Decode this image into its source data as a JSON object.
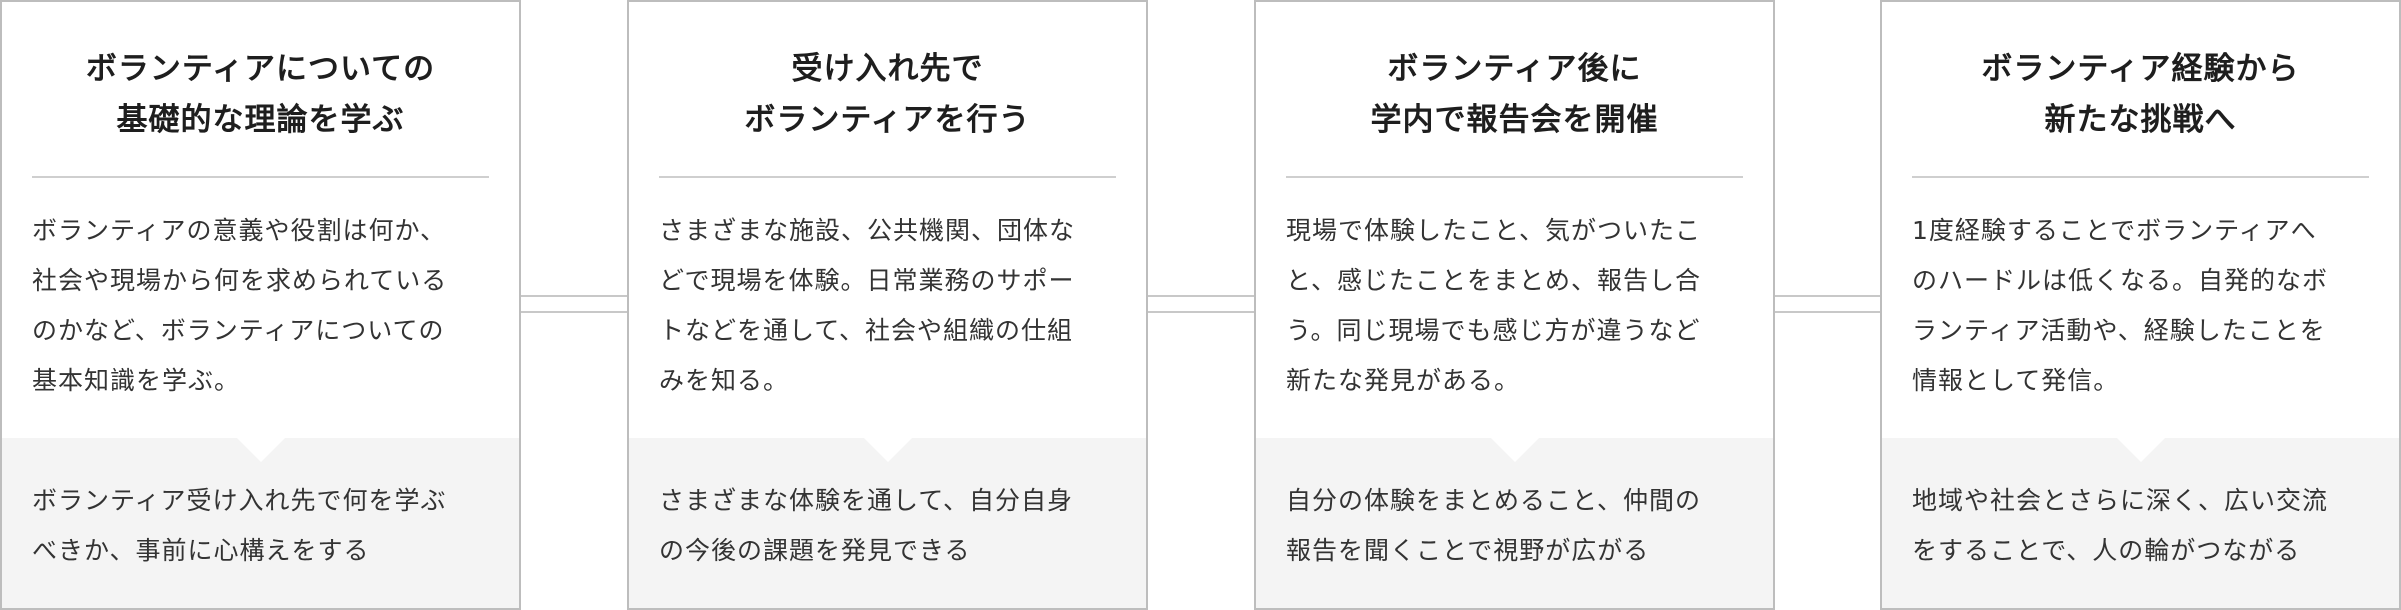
{
  "steps": [
    {
      "title": "ボランティアについての\n基礎的な理論を学ぶ",
      "description": "ボランティアの意義や役割は何か、\n社会や現場から何を求められている\nのかなど、ボランティアについての\n基本知識を学ぶ。",
      "outcome": "ボランティア受け入れ先で何を学ぶ\nべきか、事前に心構えをする"
    },
    {
      "title": "受け入れ先で\nボランティアを行う",
      "description": "さまざまな施設、公共機関、団体な\nどで現場を体験。日常業務のサポー\nトなどを通して、社会や組織の仕組\nみを知る。",
      "outcome": "さまざまな体験を通して、自分自身\nの今後の課題を発見できる"
    },
    {
      "title": "ボランティア後に\n学内で報告会を開催",
      "description": "現場で体験したこと、気がついたこ\nと、感じたことをまとめ、報告し合\nう。同じ現場でも感じ方が違うなど\n新たな発見がある。",
      "outcome": "自分の体験をまとめること、仲間の\n報告を聞くことで視野が広がる"
    },
    {
      "title": "ボランティア経験から\n新たな挑戦へ",
      "description": "1度経験することでボランティアへ\nのハードルは低くなる。自発的なボ\nランティア活動や、経験したことを\n情報として発信。",
      "outcome": "地域や社会とさらに深く、広い交流\nをすることで、人の輪がつながる"
    }
  ]
}
